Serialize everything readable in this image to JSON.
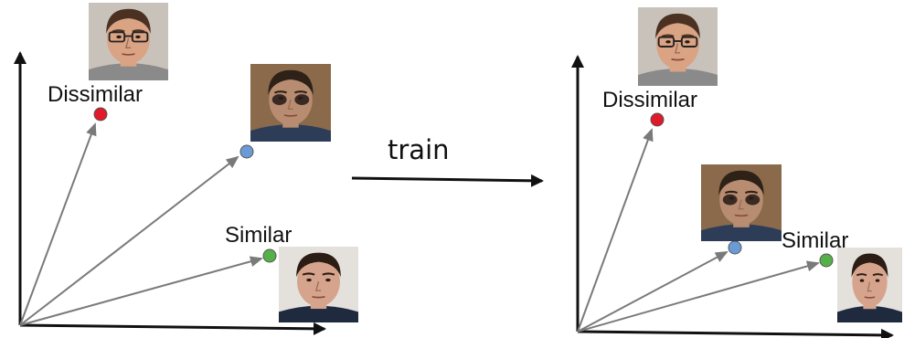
{
  "arrow_label": "train",
  "panels": [
    {
      "id": "before",
      "labels": {
        "dissimilar": "Dissimilar",
        "similar": "Similar"
      },
      "points": [
        {
          "name": "dissimilar",
          "color": "#e0192b"
        },
        {
          "name": "query",
          "color": "#6b9bd6"
        },
        {
          "name": "similar",
          "color": "#55b04a"
        }
      ]
    },
    {
      "id": "after",
      "labels": {
        "dissimilar": "Dissimilar",
        "similar": "Similar"
      },
      "points": [
        {
          "name": "dissimilar",
          "color": "#e0192b"
        },
        {
          "name": "query",
          "color": "#6b9bd6"
        },
        {
          "name": "similar",
          "color": "#55b04a"
        }
      ]
    }
  ],
  "faces": [
    {
      "name": "glasses-face",
      "background": "#c9c2bb",
      "skin": "#d9a384",
      "hair": "#4a3121",
      "shirt": "#8a8a8a",
      "glasses": true
    },
    {
      "name": "dark-face",
      "background": "#8a6a4a",
      "skin": "#b88c70",
      "hair": "#2e2118",
      "shirt": "#2d3d58",
      "glasses": false
    },
    {
      "name": "young-face",
      "background": "#e4e1dd",
      "skin": "#d6a48c",
      "hair": "#2b1c14",
      "shirt": "#1f2a3e",
      "glasses": false
    }
  ]
}
